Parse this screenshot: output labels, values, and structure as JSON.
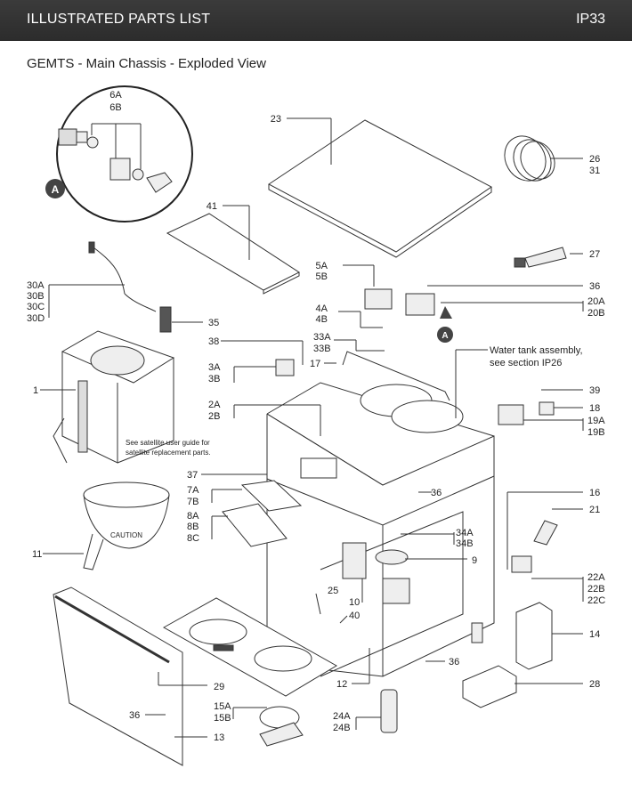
{
  "header": {
    "title": "ILLUSTRATED PARTS LIST",
    "code": "IP33"
  },
  "subtitle": "GEMTS - Main Chassis - Exploded View",
  "callout_letter": "A",
  "notes": {
    "water_tank_line1": "Water tank assembly,",
    "water_tank_line2": "see section IP26",
    "satellite_line1": "See satellite user guide for",
    "satellite_line2": "satellite replacement parts.",
    "caution": "CAUTION"
  },
  "labels": {
    "p6A": "6A",
    "p6B": "6B",
    "p23": "23",
    "p26": "26",
    "p31": "31",
    "p41": "41",
    "p27": "27",
    "p30A": "30A",
    "p30B": "30B",
    "p30C": "30C",
    "p30D": "30D",
    "p35": "35",
    "p5A": "5A",
    "p5B": "5B",
    "p36a": "36",
    "p20A": "20A",
    "p20B": "20B",
    "p4A": "4A",
    "p4B": "4B",
    "p38": "38",
    "p33A": "33A",
    "p33B": "33B",
    "p17": "17",
    "p1": "1",
    "p3A": "3A",
    "p3B": "3B",
    "p39": "39",
    "p18": "18",
    "p19A": "19A",
    "p19B": "19B",
    "p2A": "2A",
    "p2B": "2B",
    "p37": "37",
    "p7A": "7A",
    "p7B": "7B",
    "p36b": "36",
    "p16": "16",
    "p21": "21",
    "p8A": "8A",
    "p8B": "8B",
    "p8C": "8C",
    "p34A": "34A",
    "p34B": "34B",
    "p11": "11",
    "p9": "9",
    "p22A": "22A",
    "p22B": "22B",
    "p22C": "22C",
    "p25": "25",
    "p10": "10",
    "p40": "40",
    "p14": "14",
    "p36c": "36",
    "p12": "12",
    "p28": "28",
    "p29": "29",
    "p15A": "15A",
    "p15B": "15B",
    "p36d": "36",
    "p24A": "24A",
    "p24B": "24B",
    "p13": "13"
  }
}
